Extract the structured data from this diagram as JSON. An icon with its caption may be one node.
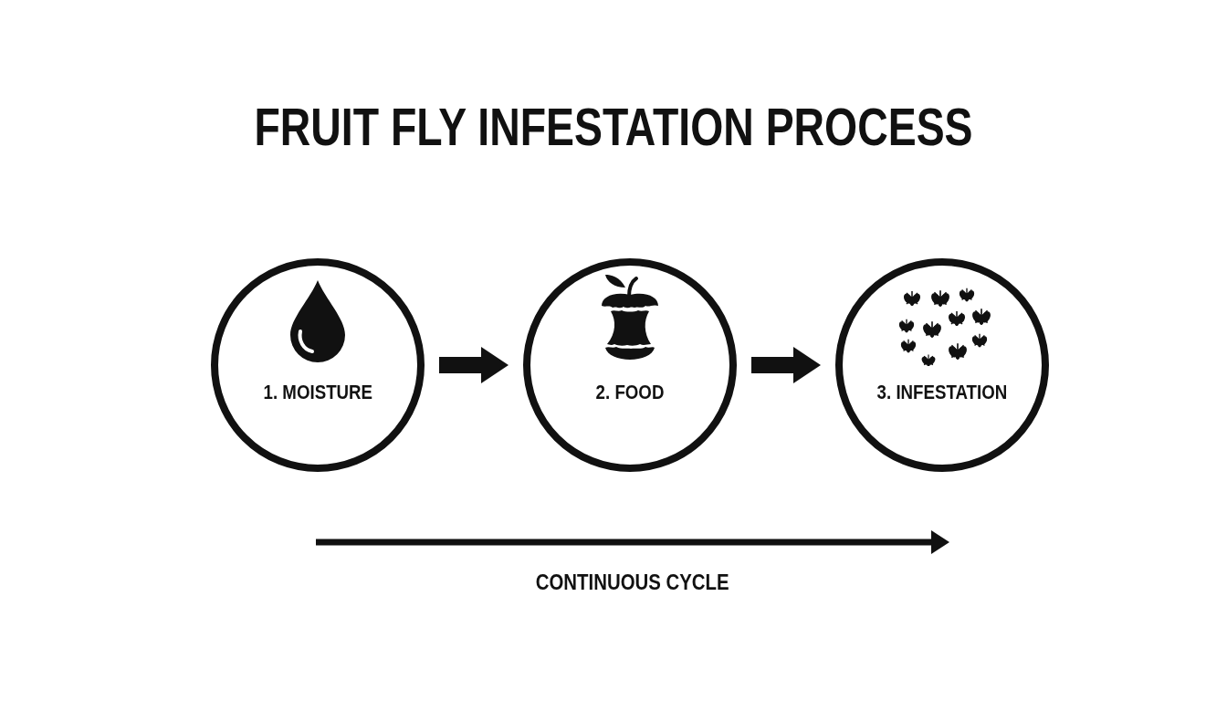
{
  "diagram": {
    "title": "FRUIT FLY INFESTATION PROCESS",
    "nodes": [
      {
        "text": [
          "1. MOISTURE"
        ]
      },
      {
        "text": [
          "2. FOOD"
        ]
      },
      {
        "text": [
          "3. INFESTATION"
        ]
      }
    ],
    "edges": [
      {
        "from": 0,
        "to": 1,
        "arrow": "to"
      },
      {
        "from": 1,
        "to": 2,
        "arrow": "to"
      }
    ],
    "labels": [
      "CONTINUOUS CYCLE"
    ]
  }
}
